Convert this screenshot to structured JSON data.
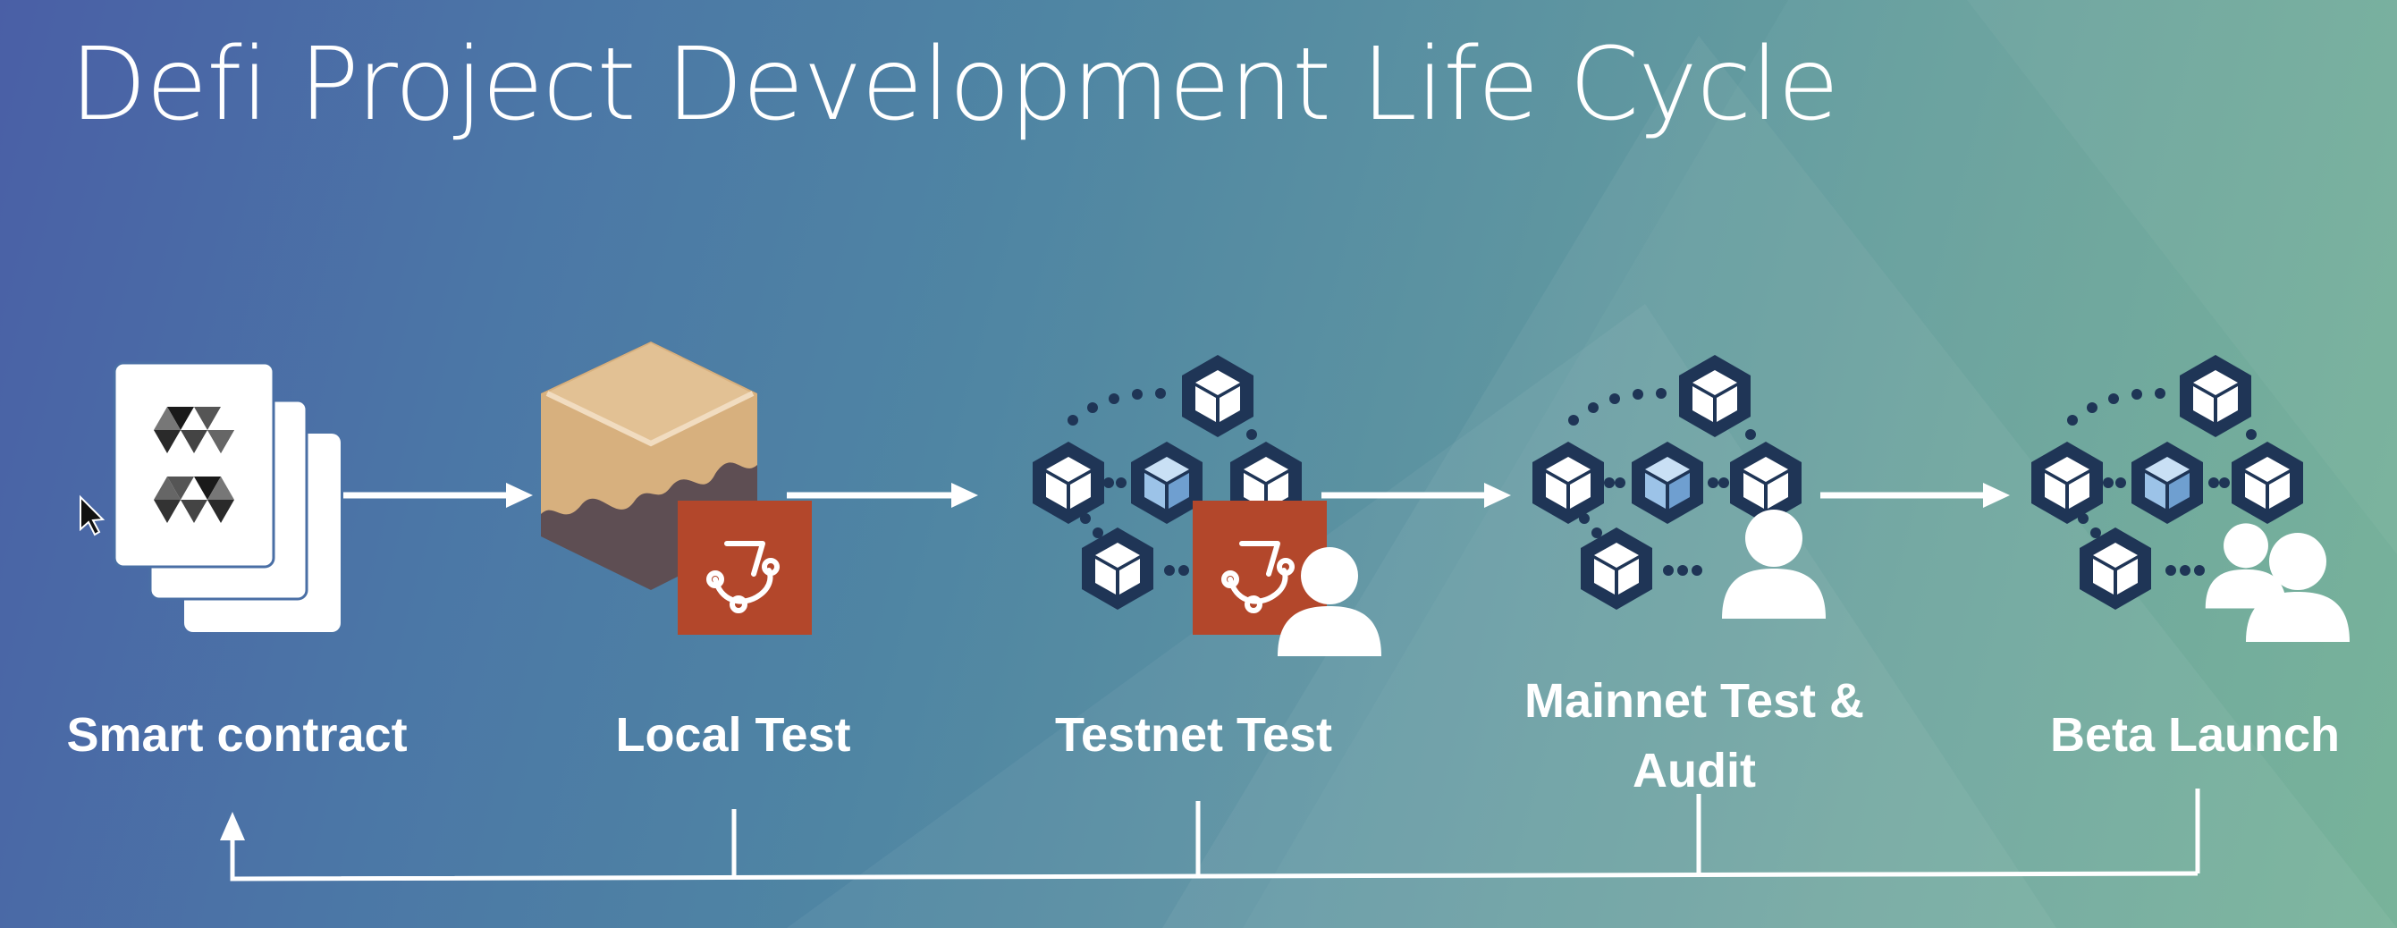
{
  "slide": {
    "title": "Defi Project Development Life Cycle"
  },
  "stages": [
    {
      "label": "Smart contract",
      "icon": "solidity-document-icon"
    },
    {
      "label": "Local Test",
      "icon": "ganache-cube-icon"
    },
    {
      "label": "Testnet Test",
      "icon": "blockchain-network-icon"
    },
    {
      "label": "Mainnet Test & Audit",
      "icon": "blockchain-network-icon"
    },
    {
      "label": "Beta Launch",
      "icon": "blockchain-network-icon"
    }
  ],
  "colors": {
    "node_dark": "#1f3556",
    "node_light": "#9cc3e8",
    "jest_red": "#b3472b",
    "ganache_top": "#d7b07e",
    "ganache_body": "#5e4e53"
  }
}
